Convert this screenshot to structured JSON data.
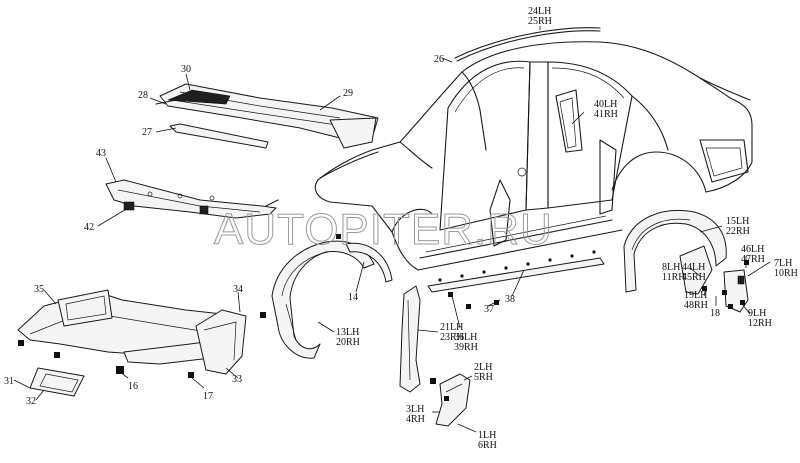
{
  "watermark": "AUTOPITER.RU",
  "labels": {
    "l24_25": [
      "24LH",
      "25RH"
    ],
    "l26": "26",
    "l30": "30",
    "l28": "28",
    "l29": "29",
    "l27": "27",
    "l40_41": [
      "40LH",
      "41RH"
    ],
    "l43": "43",
    "l42": "42",
    "l15_22": [
      "15LH",
      "22RH"
    ],
    "l46_47": [
      "46LH",
      "47RH"
    ],
    "l8_11": [
      "8LH",
      "11RH"
    ],
    "l44_45": [
      "44LH",
      "45RH"
    ],
    "l7_10": [
      "7LH",
      "10RH"
    ],
    "l19_48": [
      "19LH",
      "48RH"
    ],
    "l18": "18",
    "l9_12": [
      "9LH",
      "12RH"
    ],
    "l35": "35",
    "l34": "34",
    "l14": "14",
    "l36_39": [
      "36LH",
      "39RH"
    ],
    "l37": "37",
    "l38": "38",
    "l13_20": [
      "13LH",
      "20RH"
    ],
    "l21_23": [
      "21LH",
      "23RH"
    ],
    "l31": "31",
    "l32": "32",
    "l16": "16",
    "l17": "17",
    "l33": "33",
    "l2_5": [
      "2LH",
      "5RH"
    ],
    "l3_4": [
      "3LH",
      "4RH"
    ],
    "l1_6": [
      "1LH",
      "6RH"
    ]
  }
}
